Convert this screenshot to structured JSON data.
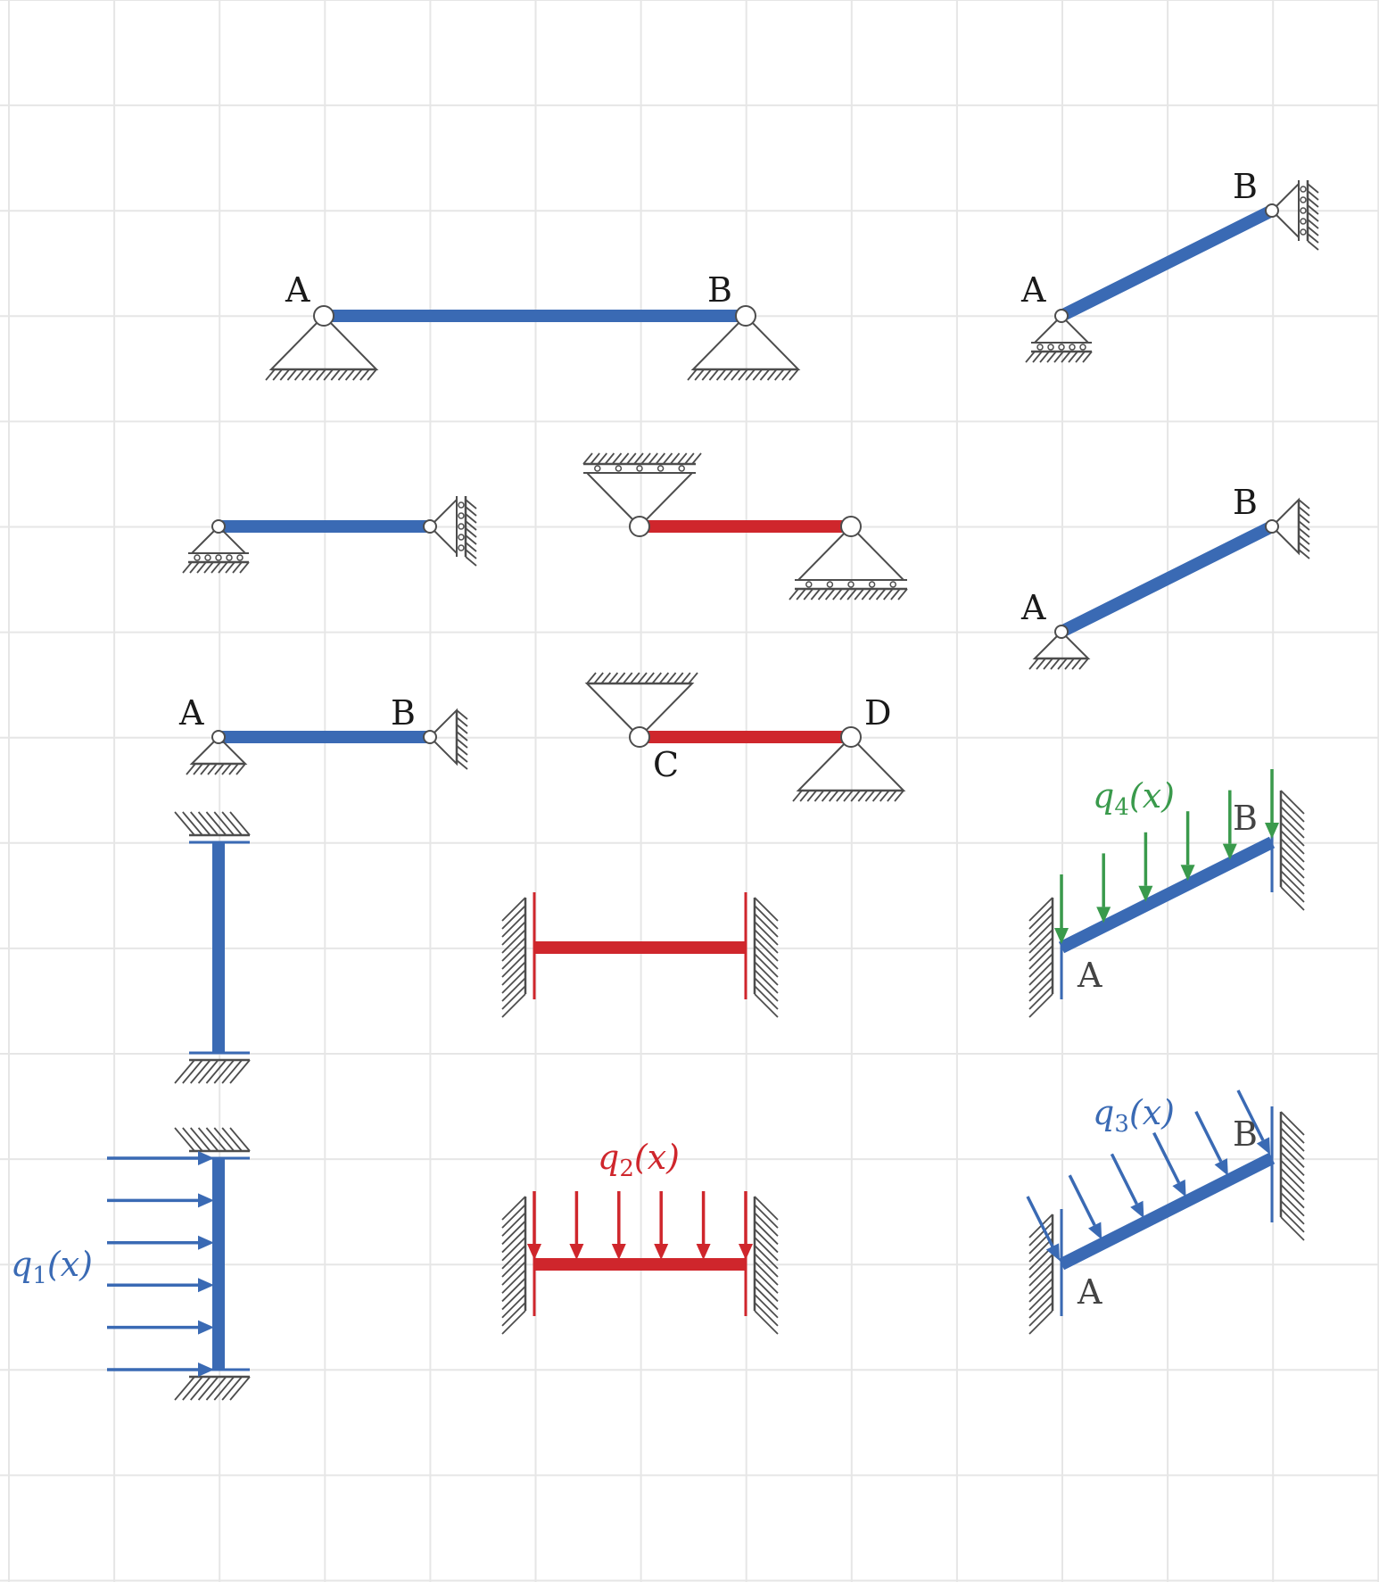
{
  "colors": {
    "grid": "#e6e6e6",
    "beam_blue": "#3a6ab4",
    "beam_red": "#cf262c",
    "load_green": "#3a9a4c",
    "support": "#4d4d4d",
    "label": "#1a1a1a"
  },
  "labels": {
    "a": "A",
    "b": "B",
    "c": "C",
    "d": "D"
  },
  "loads": {
    "q1": {
      "symbol": "q",
      "index": "1",
      "arg": "(x)"
    },
    "q2": {
      "symbol": "q",
      "index": "2",
      "arg": "(x)"
    },
    "q3": {
      "symbol": "q",
      "index": "3",
      "arg": "(x)"
    },
    "q4": {
      "symbol": "q",
      "index": "4",
      "arg": "(x)"
    }
  }
}
